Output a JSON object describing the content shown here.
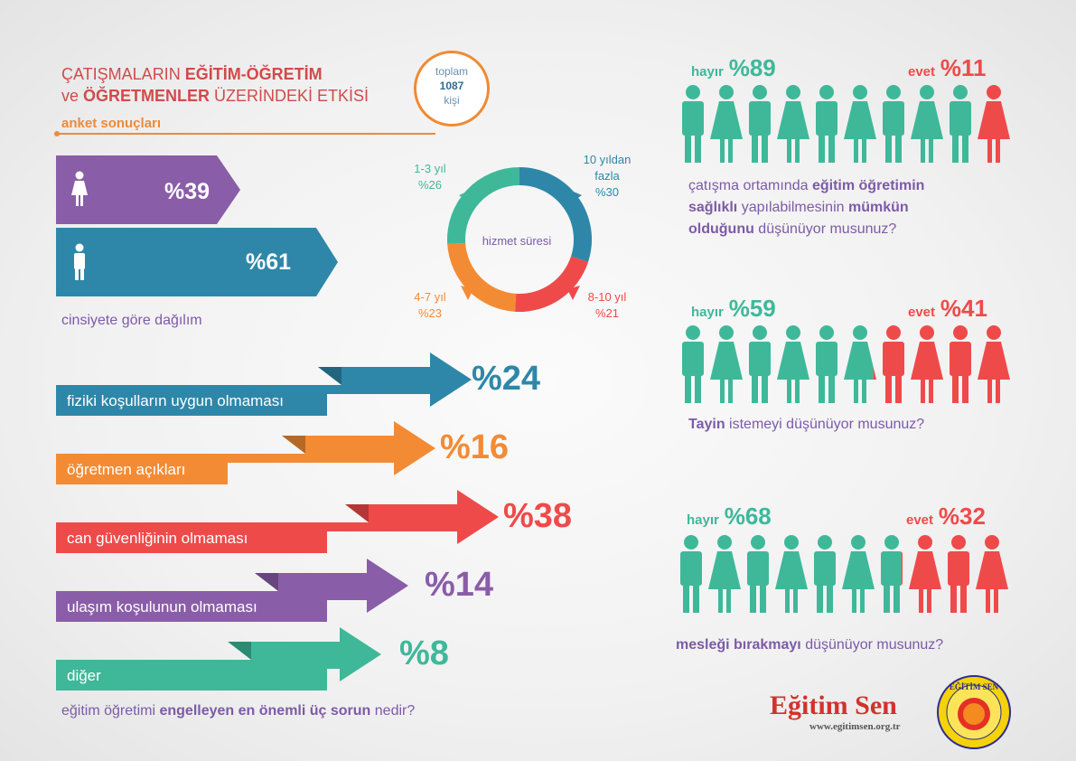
{
  "title": {
    "line1_prefix": "ÇATIŞMALARIN ",
    "line1_bold": "EĞİTİM-ÖĞRETİM",
    "line2_prefix": "ve ",
    "line2_bold": "ÖĞRETMENLER",
    "line2_suffix": " ÜZERİNDEKİ ETKİSİ",
    "subtitle": "anket sonuçları"
  },
  "total": {
    "line1": "toplam",
    "number": "1087",
    "line2": "kişi"
  },
  "gender": {
    "female_pct": "%39",
    "male_pct": "%61",
    "label": "cinsiyete göre dağılım"
  },
  "donut": {
    "center": "hizmet süresi",
    "segments": [
      {
        "label": "10 yıldan fazla",
        "line1": "10 yıldan",
        "line2": "fazla",
        "pct": "%30",
        "value": 30,
        "color": "#2e87a8"
      },
      {
        "label": "8-10 yıl",
        "pct": "%21",
        "value": 21,
        "color": "#ef4a4a"
      },
      {
        "label": "4-7 yıl",
        "pct": "%23",
        "value": 23,
        "color": "#f38b34"
      },
      {
        "label": "1-3 yıl",
        "pct": "%26",
        "value": 26,
        "color": "#3fb89a"
      }
    ]
  },
  "problems": {
    "items": [
      {
        "label": "fiziki koşulların uygun olmaması",
        "pct": "%24",
        "color": "#2e87a8"
      },
      {
        "label": "öğretmen açıkları",
        "pct": "%16",
        "color": "#f38b34"
      },
      {
        "label": "can güvenliğinin olmaması",
        "pct": "%38",
        "color": "#ef4a4a"
      },
      {
        "label": "ulaşım koşulunun olmaması",
        "pct": "%14",
        "color": "#8a5da8"
      },
      {
        "label": "diğer",
        "pct": "%8",
        "color": "#3fb89a"
      }
    ],
    "question_prefix": "eğitim öğretimi ",
    "question_bold": "engelleyen en önemli üç sorun",
    "question_suffix": " nedir?"
  },
  "surveys": [
    {
      "no_label": "hayır",
      "no_pct": "%89",
      "yes_label": "evet",
      "yes_pct": "%11",
      "yes_value": 11,
      "q_part1": "çatışma ortamında ",
      "q_bold1": "eğitim öğretimin",
      "q_br": "",
      "q_bold2": "sağlıklı",
      "q_part2": " yapılabilmesinin ",
      "q_bold3": "mümkün",
      "q_bold4": "olduğunu",
      "q_part3": " düşünüyor musunuz?"
    },
    {
      "no_label": "hayır",
      "no_pct": "%59",
      "yes_label": "evet",
      "yes_pct": "%41",
      "yes_value": 41,
      "q_bold1": "Tayin",
      "q_part1": " istemeyi düşünüyor musunuz?"
    },
    {
      "no_label": "hayır",
      "no_pct": "%68",
      "yes_label": "evet",
      "yes_pct": "%32",
      "yes_value": 32,
      "q_bold1": "mesleği bırakmayı",
      "q_part1": " düşünüyor musunuz?"
    }
  ],
  "colors": {
    "teal": "#3fb89a",
    "red": "#ef4a4a",
    "purple": "#7d5aa8",
    "blue": "#2e87a8",
    "orange": "#f38b34"
  },
  "brand": {
    "name": "Eğitim Sen",
    "site": "www.egitimsen.org.tr",
    "logo_text": "EĞİTİM SEN"
  }
}
